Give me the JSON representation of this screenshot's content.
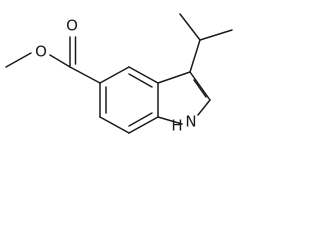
{
  "figure": {
    "type": "chemical-structure",
    "atoms": {
      "ester_ether_oxygen": "O",
      "ester_carbonyl_oxygen": "O",
      "indole_nitrogen": "N",
      "indole_nh_hydrogen": "H"
    },
    "colors": {
      "bond": "#1a1a1a",
      "background": "#ffffff"
    }
  }
}
